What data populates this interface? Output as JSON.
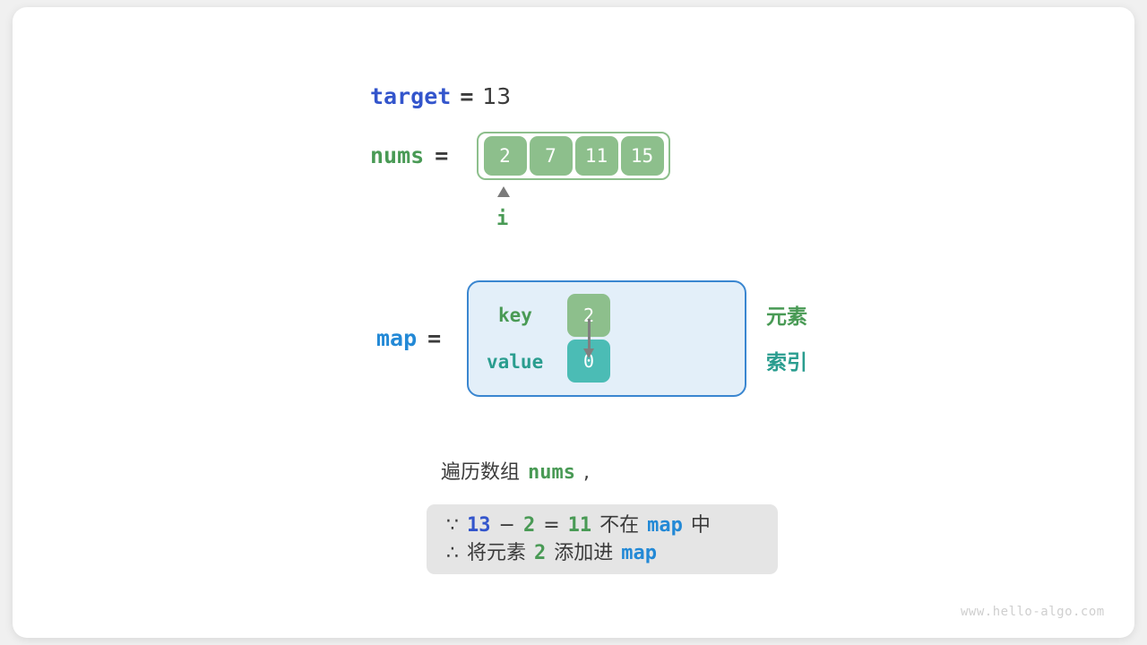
{
  "colors": {
    "blue": "#3355cc",
    "green": "#499a55",
    "light_blue": "#2389d6",
    "teal": "#2a9d8f",
    "cell_green": "#8dbf8c",
    "cell_teal": "#4bbcb5",
    "map_bg": "#e3eff9",
    "map_border": "#3a86d0",
    "note_bg": "#e5e5e5",
    "text_dark": "#3b3b3b",
    "arrow_gray": "#808080"
  },
  "target": {
    "label": "target",
    "equals": "=",
    "value": "13"
  },
  "nums": {
    "label": "nums",
    "equals": "=",
    "cells": [
      "2",
      "7",
      "11",
      "15"
    ],
    "pointer": {
      "label": "i",
      "index": 0,
      "arrow_icon": "caret-up-icon"
    }
  },
  "map": {
    "label": "map",
    "equals": "=",
    "key_label": "key",
    "value_label": "value",
    "key_cell": "2",
    "value_cell": "0",
    "arrow_icon": "arrow-down-icon",
    "legend_element": "元素",
    "legend_index": "索引"
  },
  "caption": {
    "prefix": "遍历数组",
    "code": "nums",
    "suffix": ","
  },
  "note": {
    "line1": {
      "symbol": "∵",
      "a": "13",
      "minus": "−",
      "b": "2",
      "eq": "=",
      "c": "11",
      "text": "不在",
      "map": "map",
      "tail": "中"
    },
    "line2": {
      "symbol": "∴",
      "text": "将元素",
      "num": "2",
      "text2": "添加进",
      "map": "map"
    }
  },
  "watermark": "www.hello-algo.com"
}
